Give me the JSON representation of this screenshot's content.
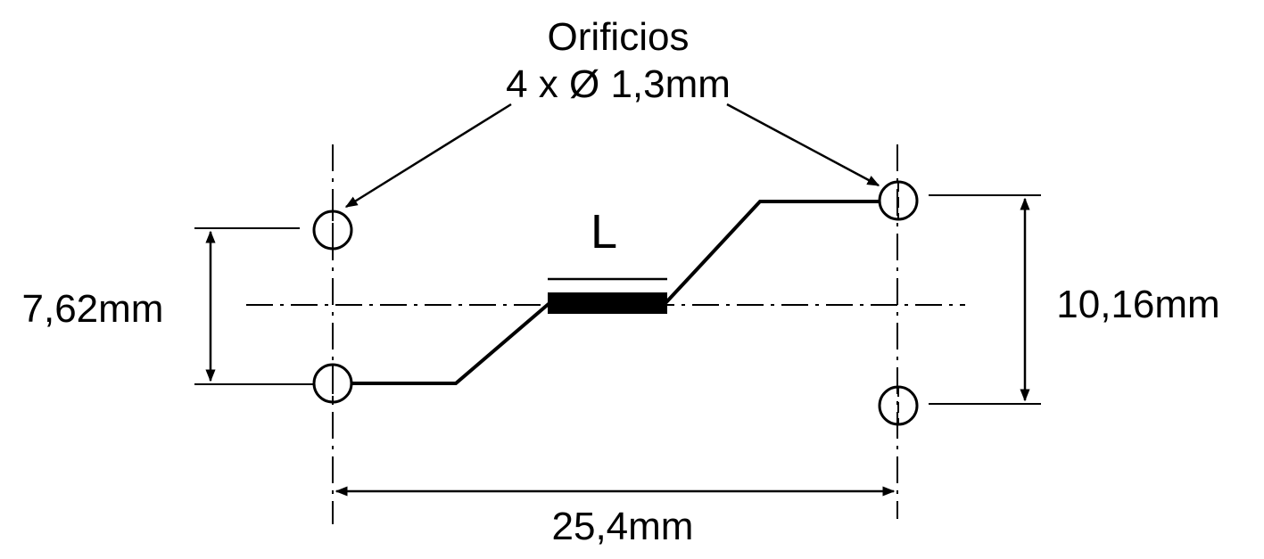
{
  "labels": {
    "holes_title": "Orificios",
    "holes_spec": "4 x Ø 1,3mm",
    "component": "L",
    "left_spacing": "7,62mm",
    "right_spacing": "10,16mm",
    "horizontal_spacing": "25,4mm"
  }
}
